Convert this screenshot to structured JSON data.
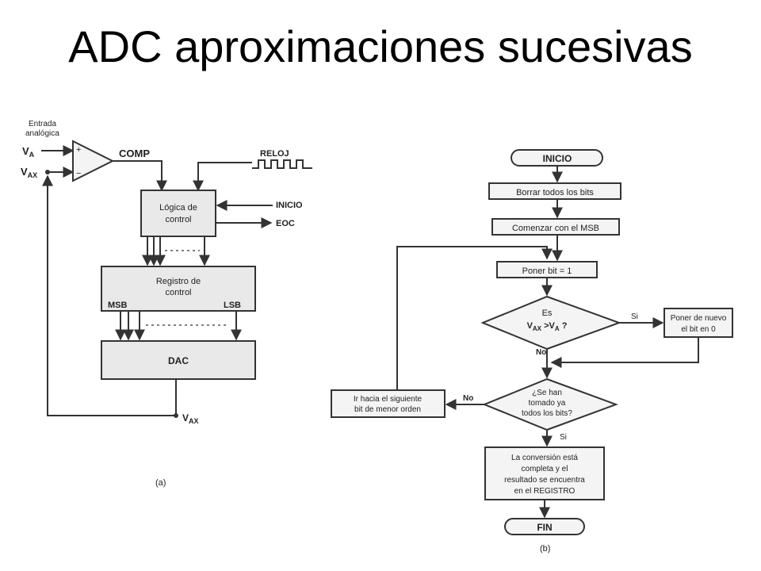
{
  "title": "ADC aproximaciones sucesivas",
  "diagram_a": {
    "entrada_label_1": "Entrada",
    "entrada_label_2": "analógica",
    "va_label": "V",
    "va_sub": "A",
    "vax_label": "V",
    "vax_sub": "AX",
    "comp_plus": "+",
    "comp_minus": "−",
    "comp_label": "COMP",
    "clock_label": "RELOJ",
    "control_logic_1": "Lógica de",
    "control_logic_2": "control",
    "inicio_label": "INICIO",
    "eoc_label": "EOC",
    "register_1": "Registro de",
    "register_2": "control",
    "msb_label": "MSB",
    "lsb_label": "LSB",
    "dac_label": "DAC",
    "vax_out_label": "V",
    "vax_out_sub": "AX",
    "caption": "(a)"
  },
  "diagram_b": {
    "start": "INICIO",
    "clear": "Borrar todos los bits",
    "begin": "Comenzar con el MSB",
    "set_bit": "Poner bit = 1",
    "decision1_line1": "Es",
    "decision1_v1": "V",
    "decision1_v1_sub": "AX",
    "decision1_op": " >V",
    "decision1_v2_sub": "A",
    "decision1_q": " ?",
    "yes1": "Si",
    "reset_1": "Poner de nuevo",
    "reset_2": "el bit en 0",
    "no1": "No",
    "decision2_line1": "¿Se han",
    "decision2_line2": "tomado ya",
    "decision2_line3": "todos los bits?",
    "no2": "No",
    "next_bit_1": "Ir hacia el siguiente",
    "next_bit_2": "bit de menor orden",
    "yes2": "Si",
    "result_1": "La conversión está",
    "result_2": "completa y el",
    "result_3": "resultado se encuentra",
    "result_4": "en el REGISTRO",
    "end": "FIN",
    "caption": "(b)"
  }
}
